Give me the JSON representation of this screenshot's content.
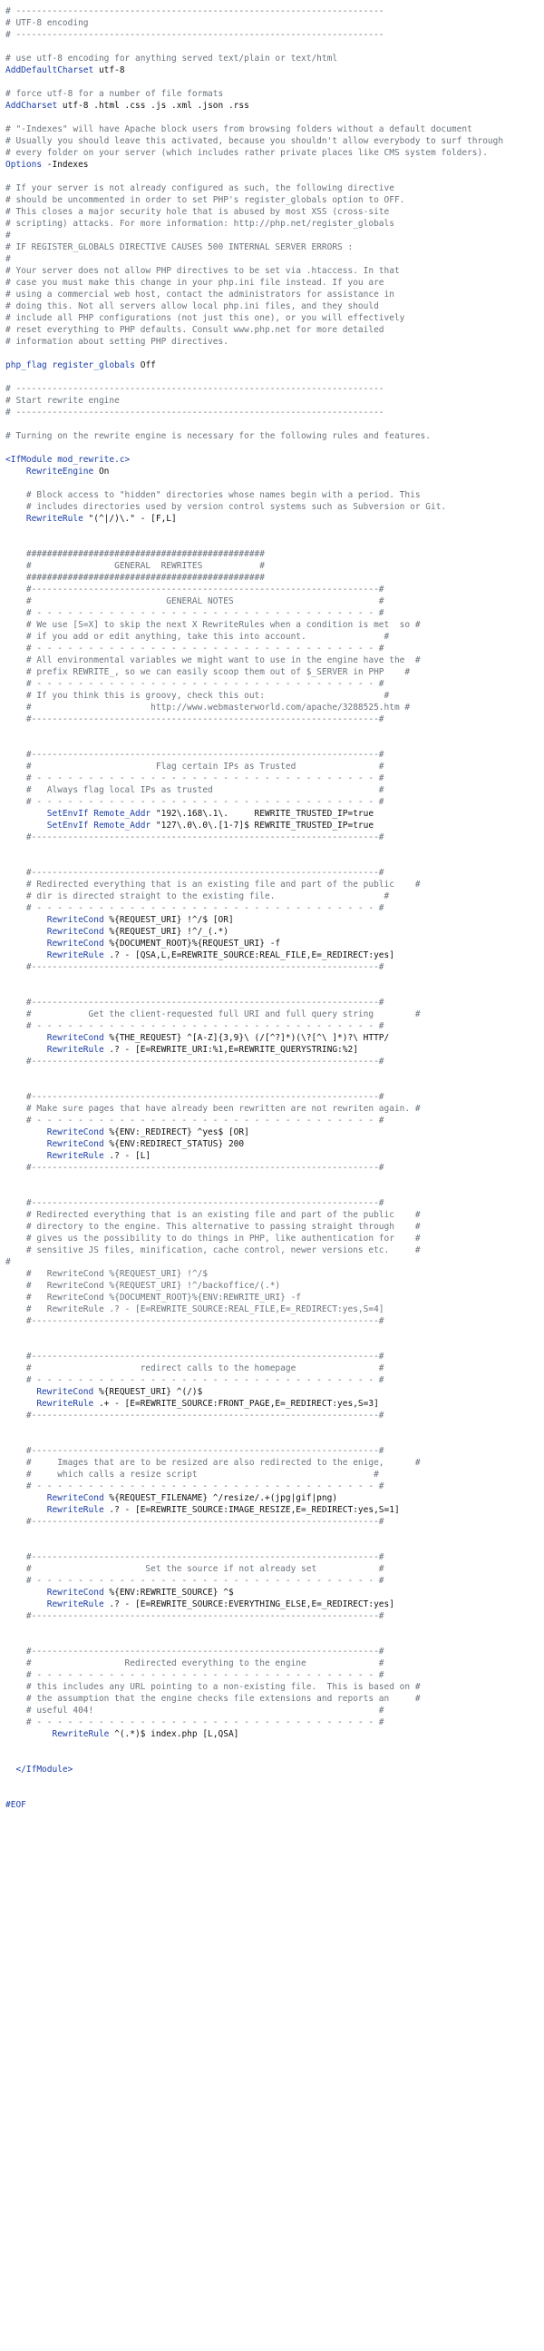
{
  "file": {
    "lines": [
      {
        "t": "c",
        "s": "# -----------------------------------------------------------------------"
      },
      {
        "t": "c",
        "s": "# UTF-8 encoding"
      },
      {
        "t": "c",
        "s": "# -----------------------------------------------------------------------"
      },
      {
        "t": "p",
        "s": ""
      },
      {
        "t": "c",
        "s": "# use utf-8 encoding for anything served text/plain or text/html"
      },
      {
        "t": "kv",
        "k": "AddDefaultCharset",
        "v": " utf-8"
      },
      {
        "t": "p",
        "s": ""
      },
      {
        "t": "c",
        "s": "# force utf-8 for a number of file formats"
      },
      {
        "t": "kv",
        "k": "AddCharset",
        "v": " utf-8 .html .css .js .xml .json .rss"
      },
      {
        "t": "p",
        "s": ""
      },
      {
        "t": "c",
        "s": "# \"-Indexes\" will have Apache block users from browsing folders without a default document"
      },
      {
        "t": "c",
        "s": "# Usually you should leave this activated, because you shouldn't allow everybody to surf through"
      },
      {
        "t": "c",
        "s": "# every folder on your server (which includes rather private places like CMS system folders)."
      },
      {
        "t": "kv",
        "k": "Options",
        "v": " -Indexes"
      },
      {
        "t": "p",
        "s": ""
      },
      {
        "t": "c",
        "s": "# If your server is not already configured as such, the following directive"
      },
      {
        "t": "c",
        "s": "# should be uncommented in order to set PHP's register_globals option to OFF."
      },
      {
        "t": "c",
        "s": "# This closes a major security hole that is abused by most XSS (cross-site"
      },
      {
        "t": "c",
        "s": "# scripting) attacks. For more information: http://php.net/register_globals"
      },
      {
        "t": "c",
        "s": "#"
      },
      {
        "t": "c",
        "s": "# IF REGISTER_GLOBALS DIRECTIVE CAUSES 500 INTERNAL SERVER ERRORS :"
      },
      {
        "t": "c",
        "s": "#"
      },
      {
        "t": "c",
        "s": "# Your server does not allow PHP directives to be set via .htaccess. In that"
      },
      {
        "t": "c",
        "s": "# case you must make this change in your php.ini file instead. If you are"
      },
      {
        "t": "c",
        "s": "# using a commercial web host, contact the administrators for assistance in"
      },
      {
        "t": "c",
        "s": "# doing this. Not all servers allow local php.ini files, and they should"
      },
      {
        "t": "c",
        "s": "# include all PHP configurations (not just this one), or you will effectively"
      },
      {
        "t": "c",
        "s": "# reset everything to PHP defaults. Consult www.php.net for more detailed"
      },
      {
        "t": "c",
        "s": "# information about setting PHP directives."
      },
      {
        "t": "p",
        "s": ""
      },
      {
        "t": "kv",
        "k": "php_flag register_globals",
        "v": " Off"
      },
      {
        "t": "p",
        "s": ""
      },
      {
        "t": "c",
        "s": "# -----------------------------------------------------------------------"
      },
      {
        "t": "c",
        "s": "# Start rewrite engine"
      },
      {
        "t": "c",
        "s": "# -----------------------------------------------------------------------"
      },
      {
        "t": "p",
        "s": ""
      },
      {
        "t": "c",
        "s": "# Turning on the rewrite engine is necessary for the following rules and features."
      },
      {
        "t": "p",
        "s": ""
      },
      {
        "t": "k",
        "s": "<IfModule mod_rewrite.c>"
      },
      {
        "t": "kv",
        "k": "    RewriteEngine",
        "v": " On"
      },
      {
        "t": "p",
        "s": ""
      },
      {
        "t": "c",
        "s": "    # Block access to \"hidden\" directories whose names begin with a period. This"
      },
      {
        "t": "c",
        "s": "    # includes directories used by version control systems such as Subversion or Git."
      },
      {
        "t": "kv",
        "k": "    RewriteRule",
        "v": " \"(^|/)\\.\" - [F,L]"
      },
      {
        "t": "p",
        "s": ""
      },
      {
        "t": "p",
        "s": ""
      },
      {
        "t": "c",
        "s": "    ##############################################"
      },
      {
        "t": "c",
        "s": "    #                GENERAL  REWRITES           #"
      },
      {
        "t": "c",
        "s": "    ##############################################"
      },
      {
        "t": "c",
        "s": "    #-------------------------------------------------------------------#"
      },
      {
        "t": "c",
        "s": "    #                          GENERAL NOTES                            #"
      },
      {
        "t": "c",
        "s": "    # - - - - - - - - - - - - - - - - - - - - - - - - - - - - - - - - - #"
      },
      {
        "t": "c",
        "s": "    # We use [S=X] to skip the next X RewriteRules when a condition is met  so #"
      },
      {
        "t": "c",
        "s": "    # if you add or edit anything, take this into account.               #"
      },
      {
        "t": "c",
        "s": "    # - - - - - - - - - - - - - - - - - - - - - - - - - - - - - - - - - #"
      },
      {
        "t": "c",
        "s": "    # All environmental variables we might want to use in the engine have the  #"
      },
      {
        "t": "c",
        "s": "    # prefix REWRITE_, so we can easily scoop them out of $_SERVER in PHP    #"
      },
      {
        "t": "c",
        "s": "    # - - - - - - - - - - - - - - - - - - - - - - - - - - - - - - - - - #"
      },
      {
        "t": "c",
        "s": "    # If you think this is groovy, check this out:                       #"
      },
      {
        "t": "c",
        "s": "    #                       http://www.webmasterworld.com/apache/3288525.htm #"
      },
      {
        "t": "c",
        "s": "    #-------------------------------------------------------------------#"
      },
      {
        "t": "p",
        "s": ""
      },
      {
        "t": "p",
        "s": ""
      },
      {
        "t": "c",
        "s": "    #-------------------------------------------------------------------#"
      },
      {
        "t": "c",
        "s": "    #                        Flag certain IPs as Trusted                #"
      },
      {
        "t": "c",
        "s": "    # - - - - - - - - - - - - - - - - - - - - - - - - - - - - - - - - - #"
      },
      {
        "t": "c",
        "s": "    #   Always flag local IPs as trusted                                #"
      },
      {
        "t": "c",
        "s": "    # - - - - - - - - - - - - - - - - - - - - - - - - - - - - - - - - - #"
      },
      {
        "t": "kv",
        "k": "        SetEnvIf Remote_Addr",
        "v": " \"192\\.168\\.1\\.     REWRITE_TRUSTED_IP=true"
      },
      {
        "t": "kv",
        "k": "        SetEnvIf Remote_Addr",
        "v": " \"127\\.0\\.0\\.[1-7]$ REWRITE_TRUSTED_IP=true"
      },
      {
        "t": "c",
        "s": "    #-------------------------------------------------------------------#"
      },
      {
        "t": "p",
        "s": ""
      },
      {
        "t": "p",
        "s": ""
      },
      {
        "t": "c",
        "s": "    #-------------------------------------------------------------------#"
      },
      {
        "t": "c",
        "s": "    # Redirected everything that is an existing file and part of the public    #"
      },
      {
        "t": "c",
        "s": "    # dir is directed straight to the existing file.                     #"
      },
      {
        "t": "c",
        "s": "    # - - - - - - - - - - - - - - - - - - - - - - - - - - - - - - - - - #"
      },
      {
        "t": "kv",
        "k": "        RewriteCond",
        "v": " %{REQUEST_URI} !^/$ [OR]"
      },
      {
        "t": "kv",
        "k": "        RewriteCond",
        "v": " %{REQUEST_URI} !^/_(.*)"
      },
      {
        "t": "kv",
        "k": "        RewriteCond",
        "v": " %{DOCUMENT_ROOT}%{REQUEST_URI} -f"
      },
      {
        "t": "kv",
        "k": "        RewriteRule",
        "v": " .? - [QSA,L,E=REWRITE_SOURCE:REAL_FILE,E=_REDIRECT:yes]"
      },
      {
        "t": "c",
        "s": "    #-------------------------------------------------------------------#"
      },
      {
        "t": "p",
        "s": ""
      },
      {
        "t": "p",
        "s": ""
      },
      {
        "t": "c",
        "s": "    #-------------------------------------------------------------------#"
      },
      {
        "t": "c",
        "s": "    #           Get the client-requested full URI and full query string        #"
      },
      {
        "t": "c",
        "s": "    # - - - - - - - - - - - - - - - - - - - - - - - - - - - - - - - - - #"
      },
      {
        "t": "kv",
        "k": "        RewriteCond",
        "v": " %{THE_REQUEST} ^[A-Z]{3,9}\\ (/[^?]*)(\\?[^\\ ]*)?\\ HTTP/"
      },
      {
        "t": "kv",
        "k": "        RewriteRule",
        "v": " .? - [E=REWRITE_URI:%1,E=REWRITE_QUERYSTRING:%2]"
      },
      {
        "t": "c",
        "s": "    #-------------------------------------------------------------------#"
      },
      {
        "t": "p",
        "s": ""
      },
      {
        "t": "p",
        "s": ""
      },
      {
        "t": "c",
        "s": "    #-------------------------------------------------------------------#"
      },
      {
        "t": "c",
        "s": "    # Make sure pages that have already been rewritten are not rewriten again. #"
      },
      {
        "t": "c",
        "s": "    # - - - - - - - - - - - - - - - - - - - - - - - - - - - - - - - - - #"
      },
      {
        "t": "kv",
        "k": "        RewriteCond",
        "v": " %{ENV:_REDIRECT} ^yes$ [OR]"
      },
      {
        "t": "kv",
        "k": "        RewriteCond",
        "v": " %{ENV:REDIRECT_STATUS} 200"
      },
      {
        "t": "kv",
        "k": "        RewriteRule",
        "v": " .? - [L]"
      },
      {
        "t": "c",
        "s": "    #-------------------------------------------------------------------#"
      },
      {
        "t": "p",
        "s": ""
      },
      {
        "t": "p",
        "s": ""
      },
      {
        "t": "c",
        "s": "    #-------------------------------------------------------------------#"
      },
      {
        "t": "c",
        "s": "    # Redirected everything that is an existing file and part of the public    #"
      },
      {
        "t": "c",
        "s": "    # directory to the engine. This alternative to passing straight through    #"
      },
      {
        "t": "c",
        "s": "    # gives us the possibility to do things in PHP, like authentication for    #"
      },
      {
        "t": "c",
        "s": "    # sensitive JS files, minification, cache control, newer versions etc.     #"
      },
      {
        "t": "c",
        "s": "#"
      },
      {
        "t": "c",
        "s": "    #   RewriteCond %{REQUEST_URI} !^/$"
      },
      {
        "t": "c",
        "s": "    #   RewriteCond %{REQUEST_URI} !^/backoffice/(.*)"
      },
      {
        "t": "c",
        "s": "    #   RewriteCond %{DOCUMENT_ROOT}%{ENV:REWRITE_URI} -f"
      },
      {
        "t": "c",
        "s": "    #   RewriteRule .? - [E=REWRITE_SOURCE:REAL_FILE,E=_REDIRECT:yes,S=4]"
      },
      {
        "t": "c",
        "s": "    #-------------------------------------------------------------------#"
      },
      {
        "t": "p",
        "s": ""
      },
      {
        "t": "p",
        "s": ""
      },
      {
        "t": "c",
        "s": "    #-------------------------------------------------------------------#"
      },
      {
        "t": "c",
        "s": "    #                     redirect calls to the homepage                #"
      },
      {
        "t": "c",
        "s": "    # - - - - - - - - - - - - - - - - - - - - - - - - - - - - - - - - - #"
      },
      {
        "t": "kv",
        "k": "      RewriteCond",
        "v": " %{REQUEST_URI} ^(/)$"
      },
      {
        "t": "kv",
        "k": "      RewriteRule",
        "v": " .+ - [E=REWRITE_SOURCE:FRONT_PAGE,E=_REDIRECT:yes,S=3]"
      },
      {
        "t": "c",
        "s": "    #-------------------------------------------------------------------#"
      },
      {
        "t": "p",
        "s": ""
      },
      {
        "t": "p",
        "s": ""
      },
      {
        "t": "c",
        "s": "    #-------------------------------------------------------------------#"
      },
      {
        "t": "c",
        "s": "    #     Images that are to be resized are also redirected to the enige,      #"
      },
      {
        "t": "c",
        "s": "    #     which calls a resize script                                  #"
      },
      {
        "t": "c",
        "s": "    # - - - - - - - - - - - - - - - - - - - - - - - - - - - - - - - - - #"
      },
      {
        "t": "kv",
        "k": "        RewriteCond",
        "v": " %{REQUEST_FILENAME} ^/resize/.+(jpg|gif|png)"
      },
      {
        "t": "kv",
        "k": "        RewriteRule",
        "v": " .? - [E=REWRITE_SOURCE:IMAGE_RESIZE,E=_REDIRECT:yes,S=1]"
      },
      {
        "t": "c",
        "s": "    #-------------------------------------------------------------------#"
      },
      {
        "t": "p",
        "s": ""
      },
      {
        "t": "p",
        "s": ""
      },
      {
        "t": "c",
        "s": "    #-------------------------------------------------------------------#"
      },
      {
        "t": "c",
        "s": "    #                      Set the source if not already set            #"
      },
      {
        "t": "c",
        "s": "    # - - - - - - - - - - - - - - - - - - - - - - - - - - - - - - - - - #"
      },
      {
        "t": "kv",
        "k": "        RewriteCond",
        "v": " %{ENV:REWRITE_SOURCE} ^$"
      },
      {
        "t": "kv",
        "k": "        RewriteRule",
        "v": " .? - [E=REWRITE_SOURCE:EVERYTHING_ELSE,E=_REDIRECT:yes]"
      },
      {
        "t": "c",
        "s": "    #-------------------------------------------------------------------#"
      },
      {
        "t": "p",
        "s": ""
      },
      {
        "t": "p",
        "s": ""
      },
      {
        "t": "c",
        "s": "    #-------------------------------------------------------------------#"
      },
      {
        "t": "c",
        "s": "    #                  Redirected everything to the engine              #"
      },
      {
        "t": "c",
        "s": "    # - - - - - - - - - - - - - - - - - - - - - - - - - - - - - - - - - #"
      },
      {
        "t": "c",
        "s": "    # this includes any URL pointing to a non-existing file.  This is based on #"
      },
      {
        "t": "c",
        "s": "    # the assumption that the engine checks file extensions and reports an     #"
      },
      {
        "t": "c",
        "s": "    # useful 404!                                                       #"
      },
      {
        "t": "c",
        "s": "    # - - - - - - - - - - - - - - - - - - - - - - - - - - - - - - - - - #"
      },
      {
        "t": "kv",
        "k": "         RewriteRule",
        "v": " ^(.*)$ index.php [L,QSA]"
      },
      {
        "t": "p",
        "s": ""
      },
      {
        "t": "p",
        "s": ""
      },
      {
        "t": "k",
        "s": "  </IfModule>"
      },
      {
        "t": "p",
        "s": ""
      },
      {
        "t": "p",
        "s": ""
      },
      {
        "t": "k",
        "s": "#EOF"
      }
    ]
  }
}
